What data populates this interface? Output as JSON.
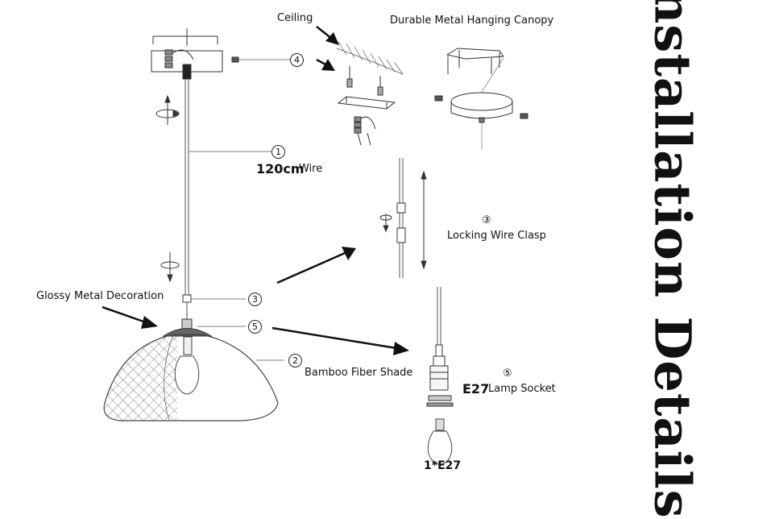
{
  "title": "Installation Details",
  "labels": {
    "ceiling": "Ceiling",
    "canopy": "Durable Metal Hanging Canopy",
    "wire_length": "120cm",
    "wire": "Wire",
    "locking_clasp": "Locking Wire Clasp",
    "glossy_decoration": "Glossy Metal Decoration",
    "shade": "Bamboo Fiber Shade",
    "socket_type": "E27",
    "socket": "Lamp Socket",
    "bulb": "1*E27"
  },
  "callouts": {
    "n1": "1",
    "n2": "2",
    "n3a": "3",
    "n3b": "③",
    "n4": "4",
    "n5a": "5",
    "n5b": "⑤"
  }
}
